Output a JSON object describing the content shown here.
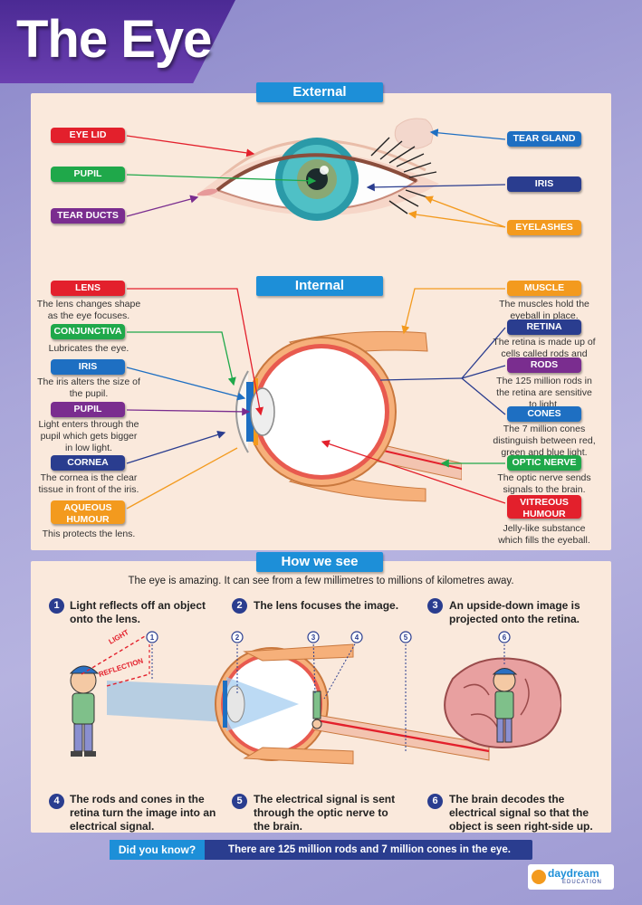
{
  "title": "The Eye",
  "external": {
    "heading": "External",
    "labels": {
      "eye_lid": "EYE LID",
      "pupil": "PUPIL",
      "tear_ducts": "TEAR DUCTS",
      "tear_gland": "TEAR GLAND",
      "iris": "IRIS",
      "eyelashes": "EYELASHES"
    }
  },
  "internal": {
    "heading": "Internal",
    "left": [
      {
        "label": "LENS",
        "desc": "The lens changes shape as the eye focuses."
      },
      {
        "label": "CONJUNCTIVA",
        "desc": "Lubricates the eye."
      },
      {
        "label": "IRIS",
        "desc": "The iris alters the size of the pupil."
      },
      {
        "label": "PUPIL",
        "desc": "Light enters through the pupil which gets bigger in low light."
      },
      {
        "label": "CORNEA",
        "desc": "The cornea is the clear tissue in front of the iris."
      },
      {
        "label": "AQUEOUS HUMOUR",
        "desc": "This protects the lens."
      }
    ],
    "right": [
      {
        "label": "MUSCLE",
        "desc": "The muscles hold the eyeball in place."
      },
      {
        "label": "RETINA",
        "desc": "The retina is made up of cells called rods and cones."
      },
      {
        "label": "RODS",
        "desc": "The 125 million rods in the retina are sensitive to light."
      },
      {
        "label": "CONES",
        "desc": "The 7 million cones distinguish between red, green and blue light."
      },
      {
        "label": "OPTIC NERVE",
        "desc": "The optic nerve sends signals to the brain."
      },
      {
        "label": "VITREOUS HUMOUR",
        "desc": "Jelly-like substance which fills the eyeball."
      }
    ]
  },
  "how": {
    "heading": "How we see",
    "intro": "The eye is amazing. It can see from a few millimetres to millions of kilometres away.",
    "steps": [
      {
        "n": "1",
        "text": "Light reflects off an object onto the lens."
      },
      {
        "n": "2",
        "text": "The lens focuses the image."
      },
      {
        "n": "3",
        "text": "An upside-down image is projected onto the retina."
      },
      {
        "n": "4",
        "text": "The rods and cones in the retina turn the image into an electrical signal."
      },
      {
        "n": "5",
        "text": "The electrical signal is sent through the optic nerve to the brain."
      },
      {
        "n": "6",
        "text": "The brain decodes the electrical signal so that the object is seen right-side up."
      }
    ],
    "diagram_words": {
      "light": "LIGHT",
      "reflection": "REFLECTION"
    },
    "markers": [
      "1",
      "2",
      "3",
      "4",
      "5",
      "6"
    ]
  },
  "did_you_know": {
    "label": "Did you know?",
    "fact": "There are 125 million rods and 7 million cones in the eye."
  },
  "logo": {
    "text": "daydream",
    "sub": "EDUCATION"
  }
}
